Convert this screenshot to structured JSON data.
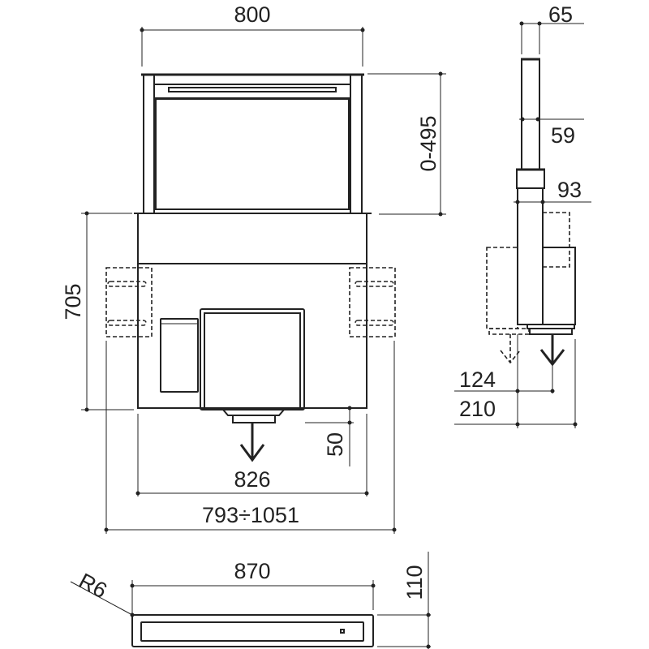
{
  "dimensions": {
    "front_width": "800",
    "lift_height": "0-495",
    "body_height": "705",
    "outlet_offset": "50",
    "body_width": "826",
    "bracket_span": "793÷1051",
    "side_glass_depth": "65",
    "side_inner_depth": "59",
    "side_body_depth": "93",
    "side_outlet_offset": "124",
    "side_total_depth": "210",
    "top_width": "870",
    "top_radius": "R6",
    "top_depth": "110"
  },
  "colors": {
    "line": "#222222",
    "background": "#ffffff"
  }
}
